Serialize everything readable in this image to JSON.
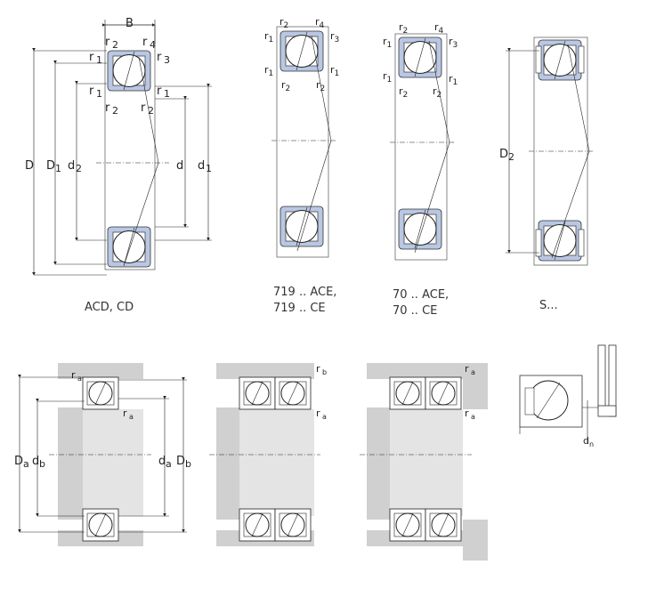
{
  "diagrams": {
    "acd_cd": {
      "caption": "ACD, CD",
      "labels": {
        "B": "B",
        "D": "D",
        "D1": "D",
        "D1_sub": "1",
        "d2": "d",
        "d2_sub": "2",
        "d": "d",
        "d1": "d",
        "d1_sub": "1",
        "r1": "r",
        "r1_sub": "1",
        "r2": "r",
        "r2_sub": "2",
        "r3": "r",
        "r3_sub": "3",
        "r4": "r",
        "r4_sub": "4"
      }
    },
    "ace_719": {
      "caption_line1": "719 .. ACE,",
      "caption_line2": "719 .. CE"
    },
    "ace_70": {
      "caption_line1": "70 .. ACE,",
      "caption_line2": "70 .. CE"
    },
    "sealed": {
      "caption": "S...",
      "labels": {
        "D2": "D",
        "D2_sub": "2"
      }
    },
    "abutment": {
      "labels": {
        "Da": "D",
        "Da_sub": "a",
        "db": "d",
        "db_sub": "b",
        "da": "d",
        "da_sub": "a",
        "Db": "D",
        "Db_sub": "b",
        "ra": "r",
        "ra_sub": "a",
        "rb": "r",
        "rb_sub": "b",
        "dn": "d",
        "dn_sub": "n"
      }
    }
  }
}
